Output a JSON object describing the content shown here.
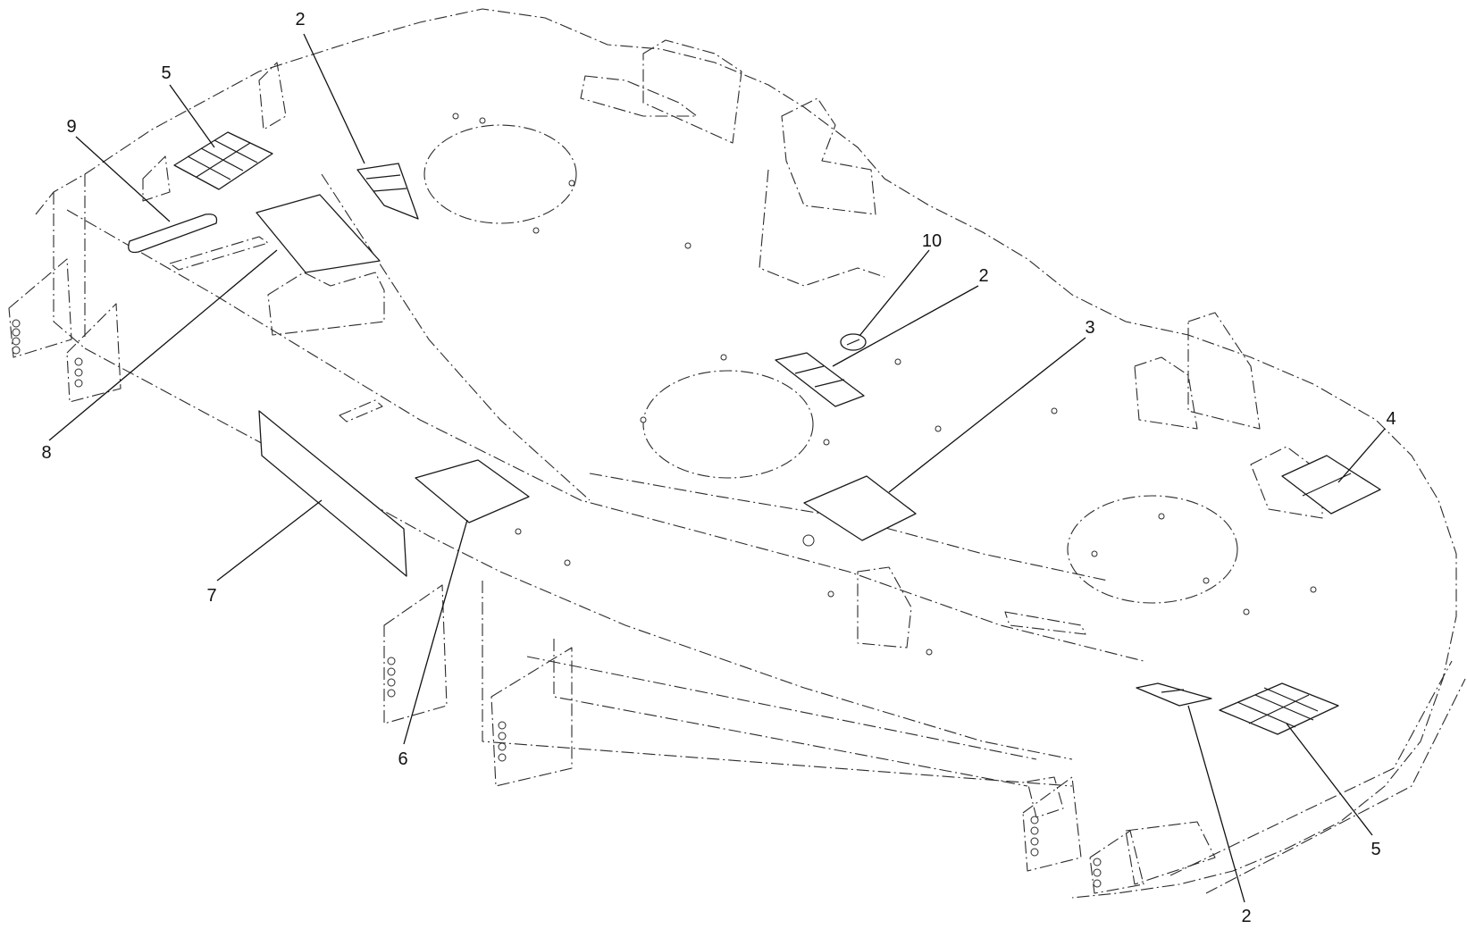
{
  "callouts": [
    {
      "id": "c1",
      "text": "2"
    },
    {
      "id": "c2",
      "text": "5"
    },
    {
      "id": "c3",
      "text": "9"
    },
    {
      "id": "c4",
      "text": "8"
    },
    {
      "id": "c5",
      "text": "7"
    },
    {
      "id": "c6",
      "text": "6"
    },
    {
      "id": "c7",
      "text": "10"
    },
    {
      "id": "c8",
      "text": "2"
    },
    {
      "id": "c9",
      "text": "3"
    },
    {
      "id": "c10",
      "text": "4"
    },
    {
      "id": "c11",
      "text": "5"
    },
    {
      "id": "c12",
      "text": "2"
    }
  ]
}
